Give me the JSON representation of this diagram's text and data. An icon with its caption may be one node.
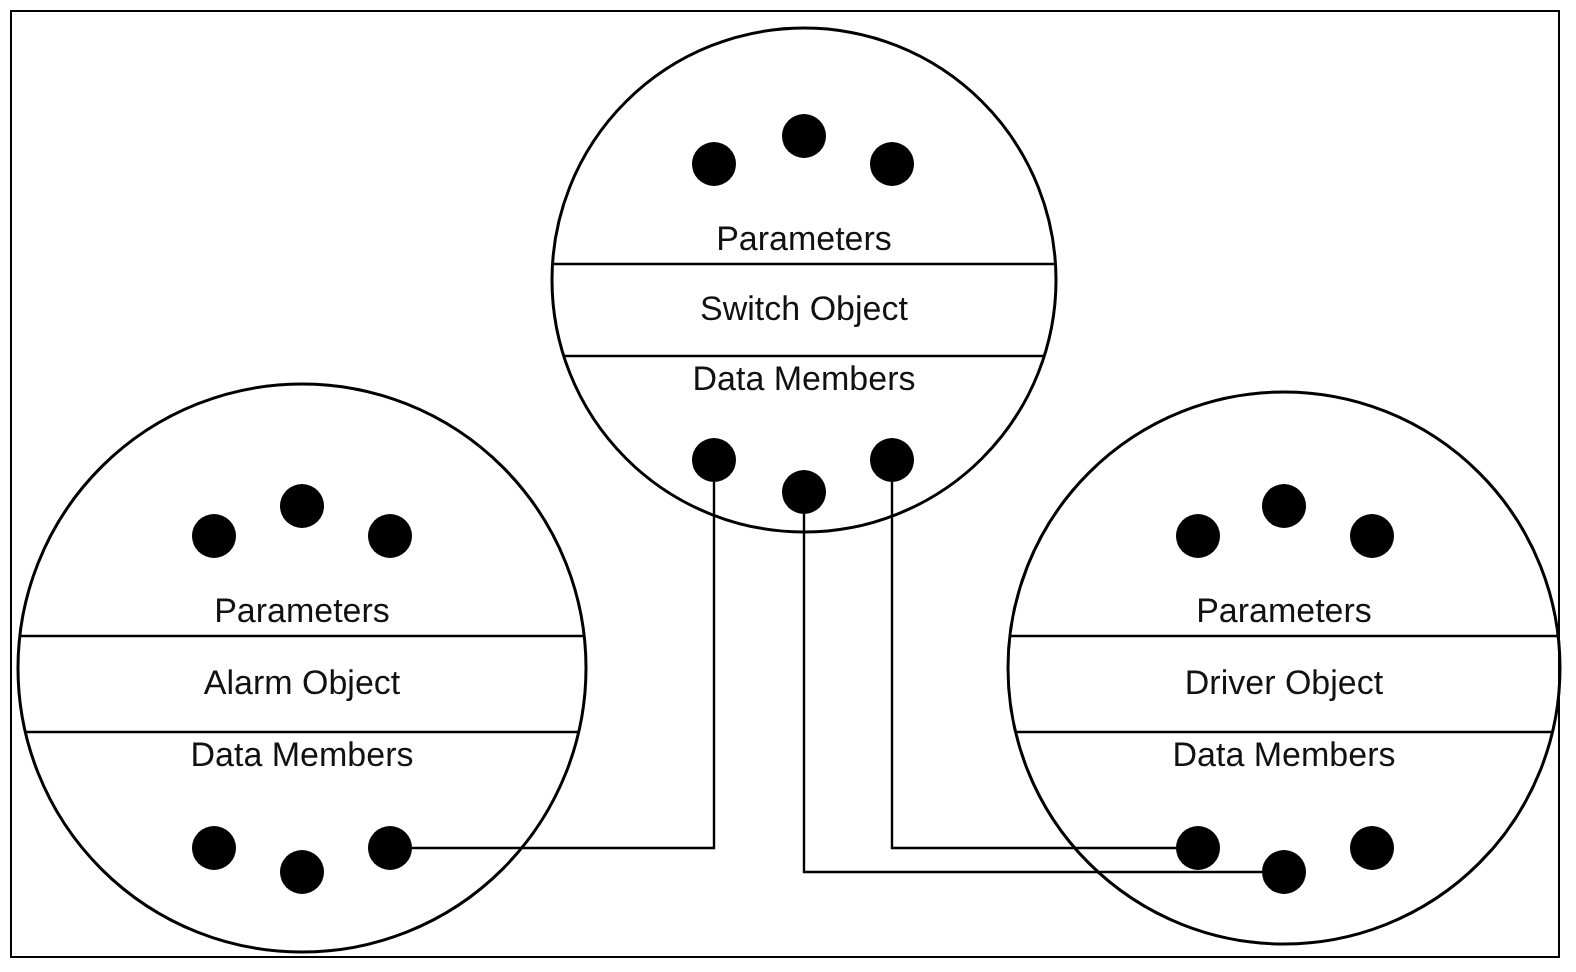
{
  "diagram": {
    "nodes": [
      {
        "text": [
          "Parameters",
          "Switch Object",
          "Data Members"
        ]
      },
      {
        "text": [],
        "shape": "circle",
        "in": 0
      },
      {
        "text": [],
        "shape": "circle",
        "in": 0
      },
      {
        "text": [],
        "shape": "circle",
        "in": 0
      },
      {
        "text": [],
        "shape": "circle",
        "in": 0
      },
      {
        "text": [],
        "shape": "circle",
        "in": 0
      },
      {
        "text": [],
        "shape": "circle",
        "in": 0
      },
      {
        "text": [
          "Parameters",
          "Alarm Object",
          "Data Members"
        ]
      },
      {
        "text": [],
        "shape": "circle",
        "in": 7
      },
      {
        "text": [],
        "shape": "circle",
        "in": 7
      },
      {
        "text": [],
        "shape": "circle",
        "in": 7
      },
      {
        "text": [],
        "shape": "circle",
        "in": 7
      },
      {
        "text": [],
        "shape": "circle",
        "in": 7
      },
      {
        "text": [],
        "shape": "circle",
        "in": 7
      },
      {
        "text": [
          "Parameters",
          "Driver Object",
          "Data Members"
        ]
      },
      {
        "text": [],
        "shape": "circle",
        "in": 14
      },
      {
        "text": [],
        "shape": "circle",
        "in": 14
      },
      {
        "text": [],
        "shape": "circle",
        "in": 14
      },
      {
        "text": [],
        "shape": "circle",
        "in": 14
      },
      {
        "text": [],
        "shape": "circle",
        "in": 14
      },
      {
        "text": [],
        "shape": "circle",
        "in": 14
      }
    ],
    "edges": [
      {
        "from": 4,
        "to": 13,
        "arrow": "none"
      },
      {
        "from": 5,
        "to": 19,
        "arrow": "none"
      },
      {
        "from": 6,
        "to": 18,
        "arrow": "none"
      }
    ]
  }
}
